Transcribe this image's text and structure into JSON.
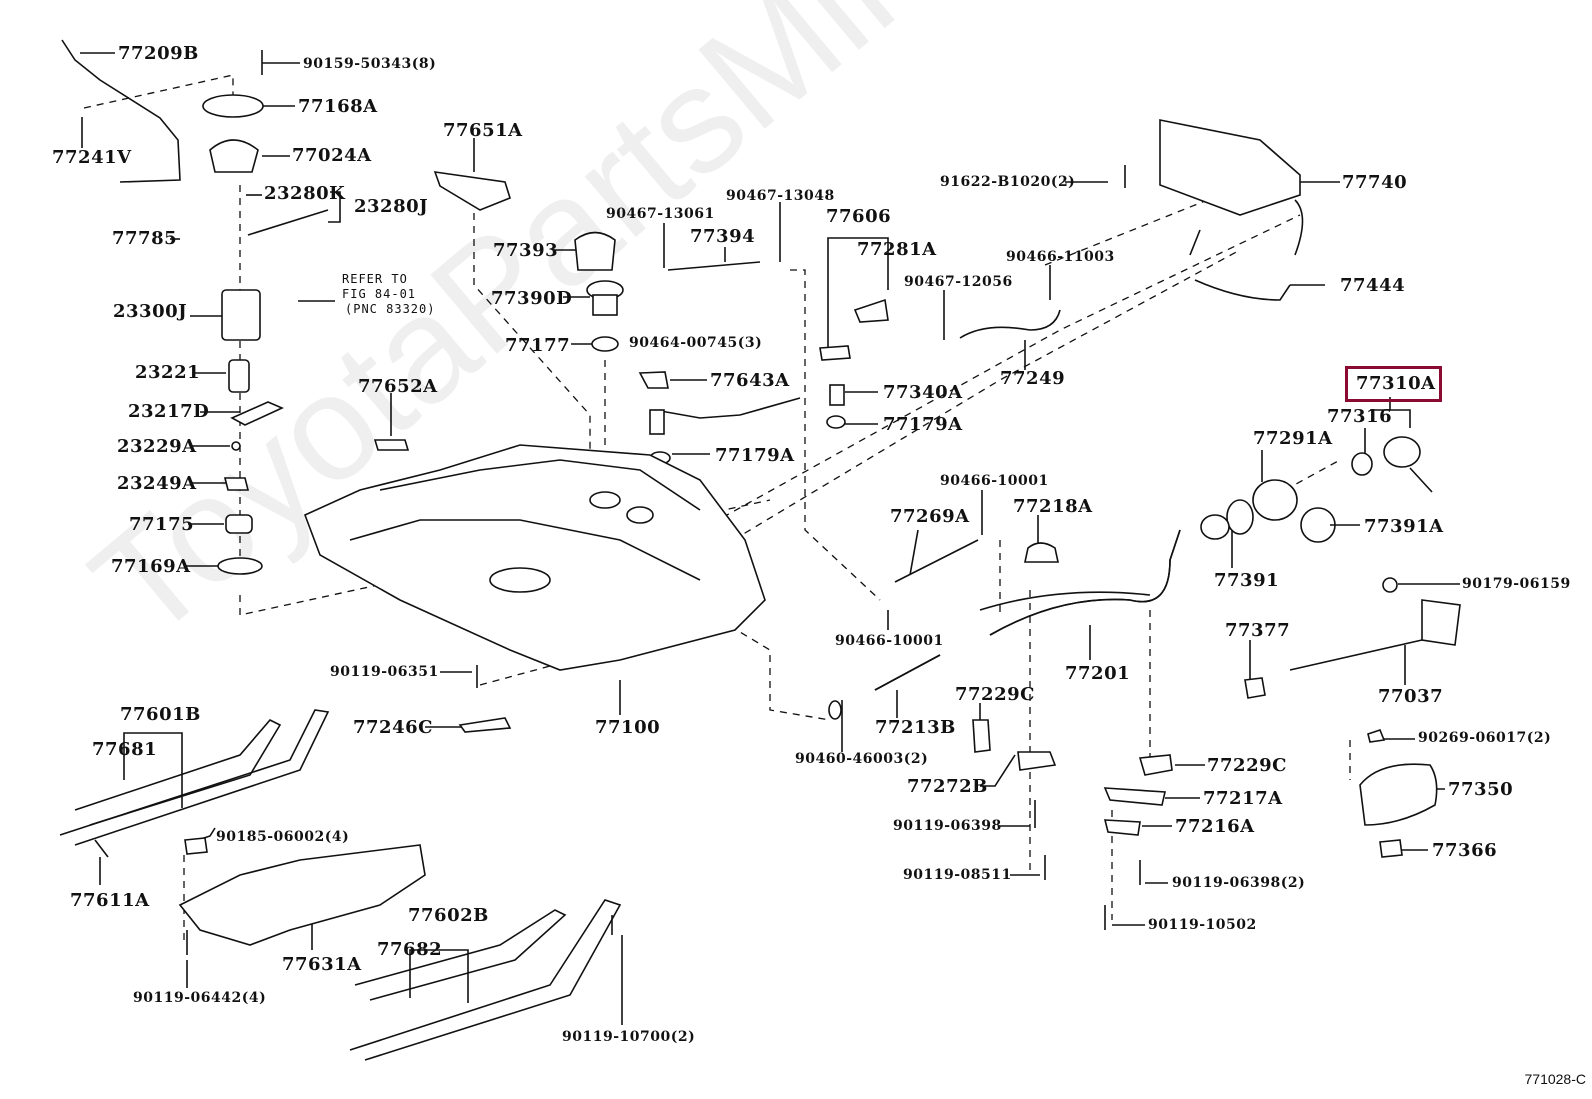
{
  "diagram": {
    "title_code": "771028-C",
    "watermark": "ToyotaPartsMine.ru",
    "highlight_color": "#8b0a32",
    "highlighted_part": "77310A",
    "labels": {
      "p77209B": "77209B",
      "p90159_50343": "90159-50343(8)",
      "p77168A": "77168A",
      "p77241V": "77241V",
      "p77024A": "77024A",
      "p23280K": "23280K",
      "p23280J": "23280J",
      "p77785": "77785",
      "p23300J": "23300J",
      "refer1": "REFER TO",
      "refer2": "FIG 84-01",
      "refer3": "(PNC 83320)",
      "p23221": "23221",
      "p23217D": "23217D",
      "p23229A": "23229A",
      "p23249A": "23249A",
      "p77175": "77175",
      "p77169A": "77169A",
      "p77651A": "77651A",
      "p77652A": "77652A",
      "p90467_13061": "90467-13061",
      "p90467_13048": "90467-13048",
      "p77393": "77393",
      "p77394": "77394",
      "p77390D": "77390D",
      "p77177": "77177",
      "p90464_00745": "90464-00745(3)",
      "p77643A": "77643A",
      "p77340A": "77340A",
      "p77179A_1": "77179A",
      "p77179A_2": "77179A",
      "p77606": "77606",
      "p77281A": "77281A",
      "p90467_12056": "90467-12056",
      "p90466_11003": "90466-11003",
      "p77249": "77249",
      "p91622_B1020": "91622-B1020(2)",
      "p77740": "77740",
      "p77444": "77444",
      "p77310A": "77310A",
      "p77316": "77316",
      "p77291A": "77291A",
      "p77391A": "77391A",
      "p77391": "77391",
      "p90466_10001_1": "90466-10001",
      "p77269A": "77269A",
      "p77218A": "77218A",
      "p90466_10001_2": "90466-10001",
      "p77201": "77201",
      "p77377": "77377",
      "p90179_06159": "90179-06159",
      "p77037": "77037",
      "p90119_06351": "90119-06351",
      "p77246C": "77246C",
      "p77100": "77100",
      "p77213B": "77213B",
      "p90460_46003": "90460-46003(2)",
      "p77229C_1": "77229C",
      "p77272B": "77272B",
      "p90119_06398": "90119-06398",
      "p90119_08511": "90119-08511",
      "p77229C_2": "77229C",
      "p77217A": "77217A",
      "p77216A": "77216A",
      "p90119_06398_2": "90119-06398(2)",
      "p90119_10502": "90119-10502",
      "p90269_06017": "90269-06017(2)",
      "p77350": "77350",
      "p77366": "77366",
      "p77601B": "77601B",
      "p77681": "77681",
      "p77611A": "77611A",
      "p90185_06002": "90185-06002(4)",
      "p77631A": "77631A",
      "p90119_06442": "90119-06442(4)",
      "p77602B": "77602B",
      "p77682": "77682",
      "p90119_10700": "90119-10700(2)"
    }
  }
}
